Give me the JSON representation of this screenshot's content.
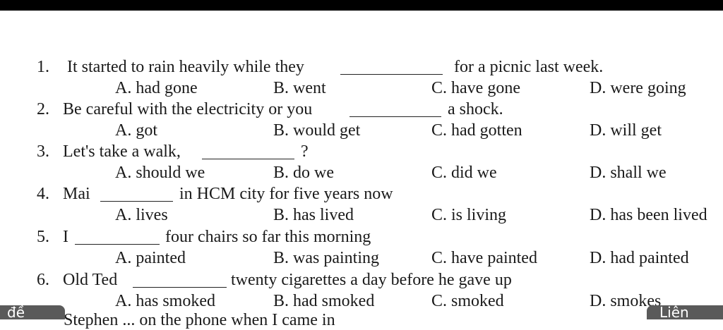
{
  "questions": [
    {
      "number": "1.",
      "before": "It started to rain heavily while they",
      "after": "for a picnic last week.",
      "options": [
        "A. had gone",
        "B. went",
        "C. have gone",
        "D. were going"
      ]
    },
    {
      "number": "2.",
      "before": "Be careful with the electricity or you",
      "after": "a shock.",
      "options": [
        "A. got",
        "B. would get",
        "C. had gotten",
        "D. will get"
      ]
    },
    {
      "number": "3.",
      "before": "Let's take a walk,",
      "after": "?",
      "options": [
        "A. should we",
        "B. do we",
        "C. did we",
        "D. shall we"
      ]
    },
    {
      "number": "4.",
      "before": "Mai",
      "after": "in HCM city for five years now",
      "options": [
        "A. lives",
        "B. has lived",
        "C. is living",
        "D. has been lived"
      ]
    },
    {
      "number": "5.",
      "before": "I",
      "after": "four chairs so far this morning",
      "options": [
        "A. painted",
        "B. was painting",
        "C. have painted",
        "D. had painted"
      ]
    },
    {
      "number": "6.",
      "before": "Old Ted",
      "after": "twenty cigarettes a day before he gave up",
      "options": [
        "A. has smoked",
        "B. had smoked",
        "C. smoked",
        "D. smokes"
      ]
    }
  ],
  "overlay": {
    "left_label": "đề",
    "right_label": "Liên",
    "cut_text": "Stephen ... on the phone when I came in"
  }
}
